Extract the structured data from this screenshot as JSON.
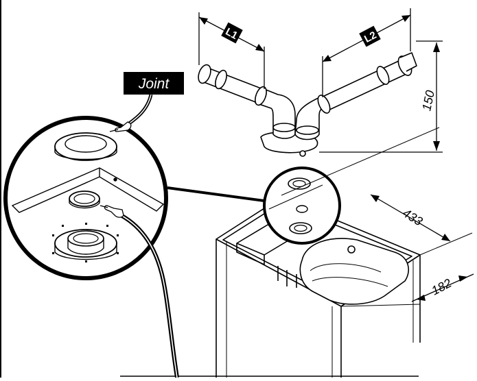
{
  "labels": {
    "joint": "Joint",
    "l1": "L1",
    "l2": "L2",
    "dim_150": "150",
    "dim_433": "433",
    "dim_182": "182"
  },
  "colors": {
    "ink": "#000000",
    "paper": "#ffffff",
    "label_box": "#000000"
  },
  "icons": {
    "pointing_hand": "pointing-hand-icon"
  }
}
